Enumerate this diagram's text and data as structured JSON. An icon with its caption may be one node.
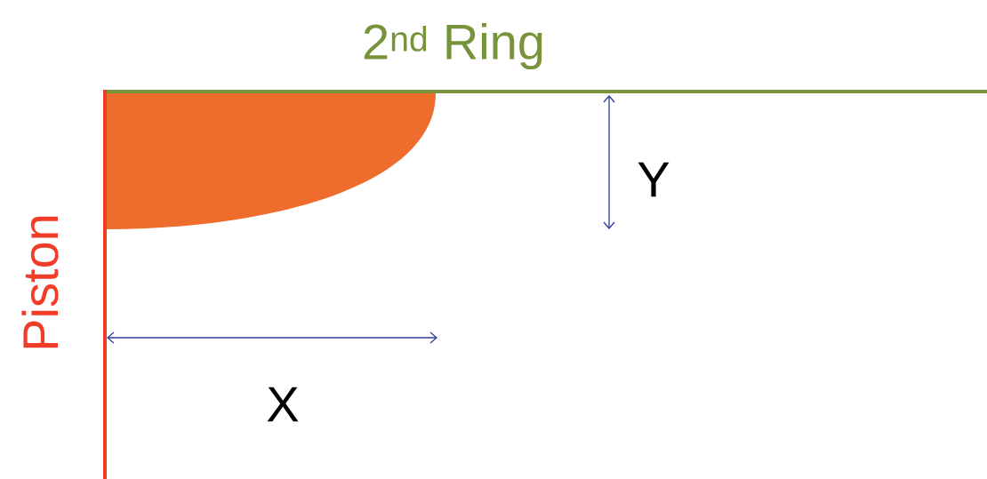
{
  "diagram": {
    "labels": [
      "2$^{nd}$ Ring",
      "Piston",
      "Y",
      "X"
    ]
  }
}
